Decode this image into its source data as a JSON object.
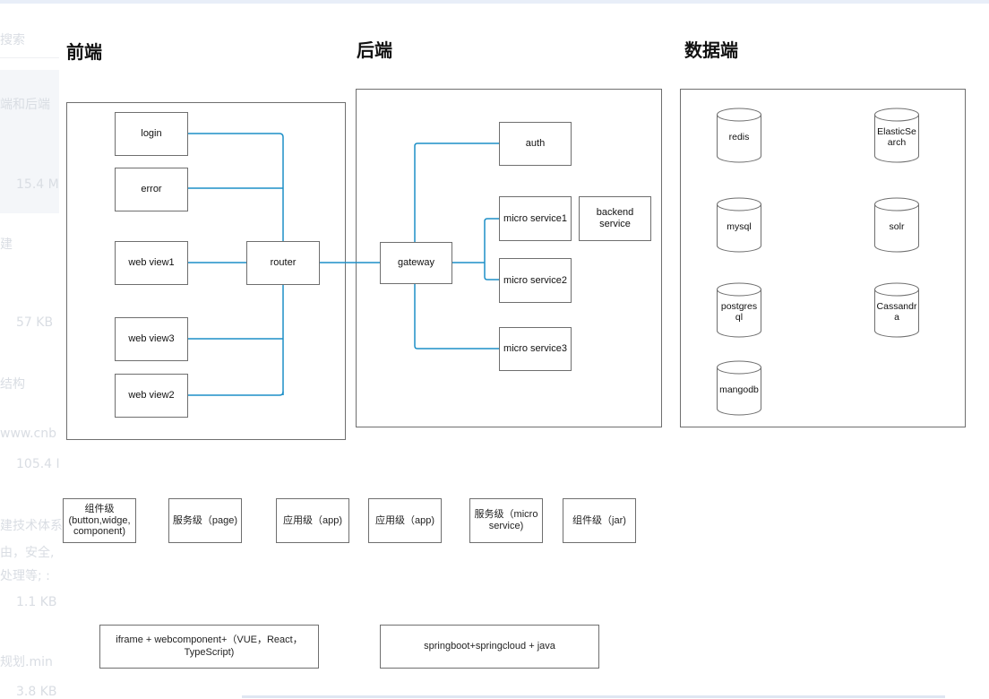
{
  "headings": {
    "frontend": "前端",
    "backend": "后端",
    "data": "数据端"
  },
  "frontend": {
    "nodes": [
      "login",
      "error",
      "web view1",
      "web view3",
      "web view2"
    ],
    "router": "router"
  },
  "backend": {
    "gateway": "gateway",
    "auth": "auth",
    "services": [
      "micro service1",
      "micro service2",
      "micro service3"
    ],
    "backend_service": "backend service"
  },
  "databases": [
    "redis",
    "ElasticSe\narch",
    "mysql",
    "solr",
    "postgres\nql",
    "Cassandr\na",
    "mangodb"
  ],
  "tiers": [
    "组件级\n(button,widge,\ncomponent)",
    "服务级（page)",
    "应用级（app)",
    "应用级（app)",
    "服务级（micro\nservice)",
    "组件级（jar)"
  ],
  "stacks": {
    "frontend": "iframe + webcomponent+（VUE，React，\nTypeScript)",
    "backend": "springboot+springcloud + java"
  },
  "background_text": [
    "搜索",
    "端和后端",
    "15.4 M",
    "建",
    "57 KB",
    "结构",
    "www.cnb",
    "105.4 I",
    "建技术体系",
    "由，安全,",
    "处理等; :",
    "1.1 KB",
    "规划.min",
    "3.8 KB"
  ],
  "colors": {
    "wire": "#1d8fc7",
    "border": "#6f6f6f"
  }
}
